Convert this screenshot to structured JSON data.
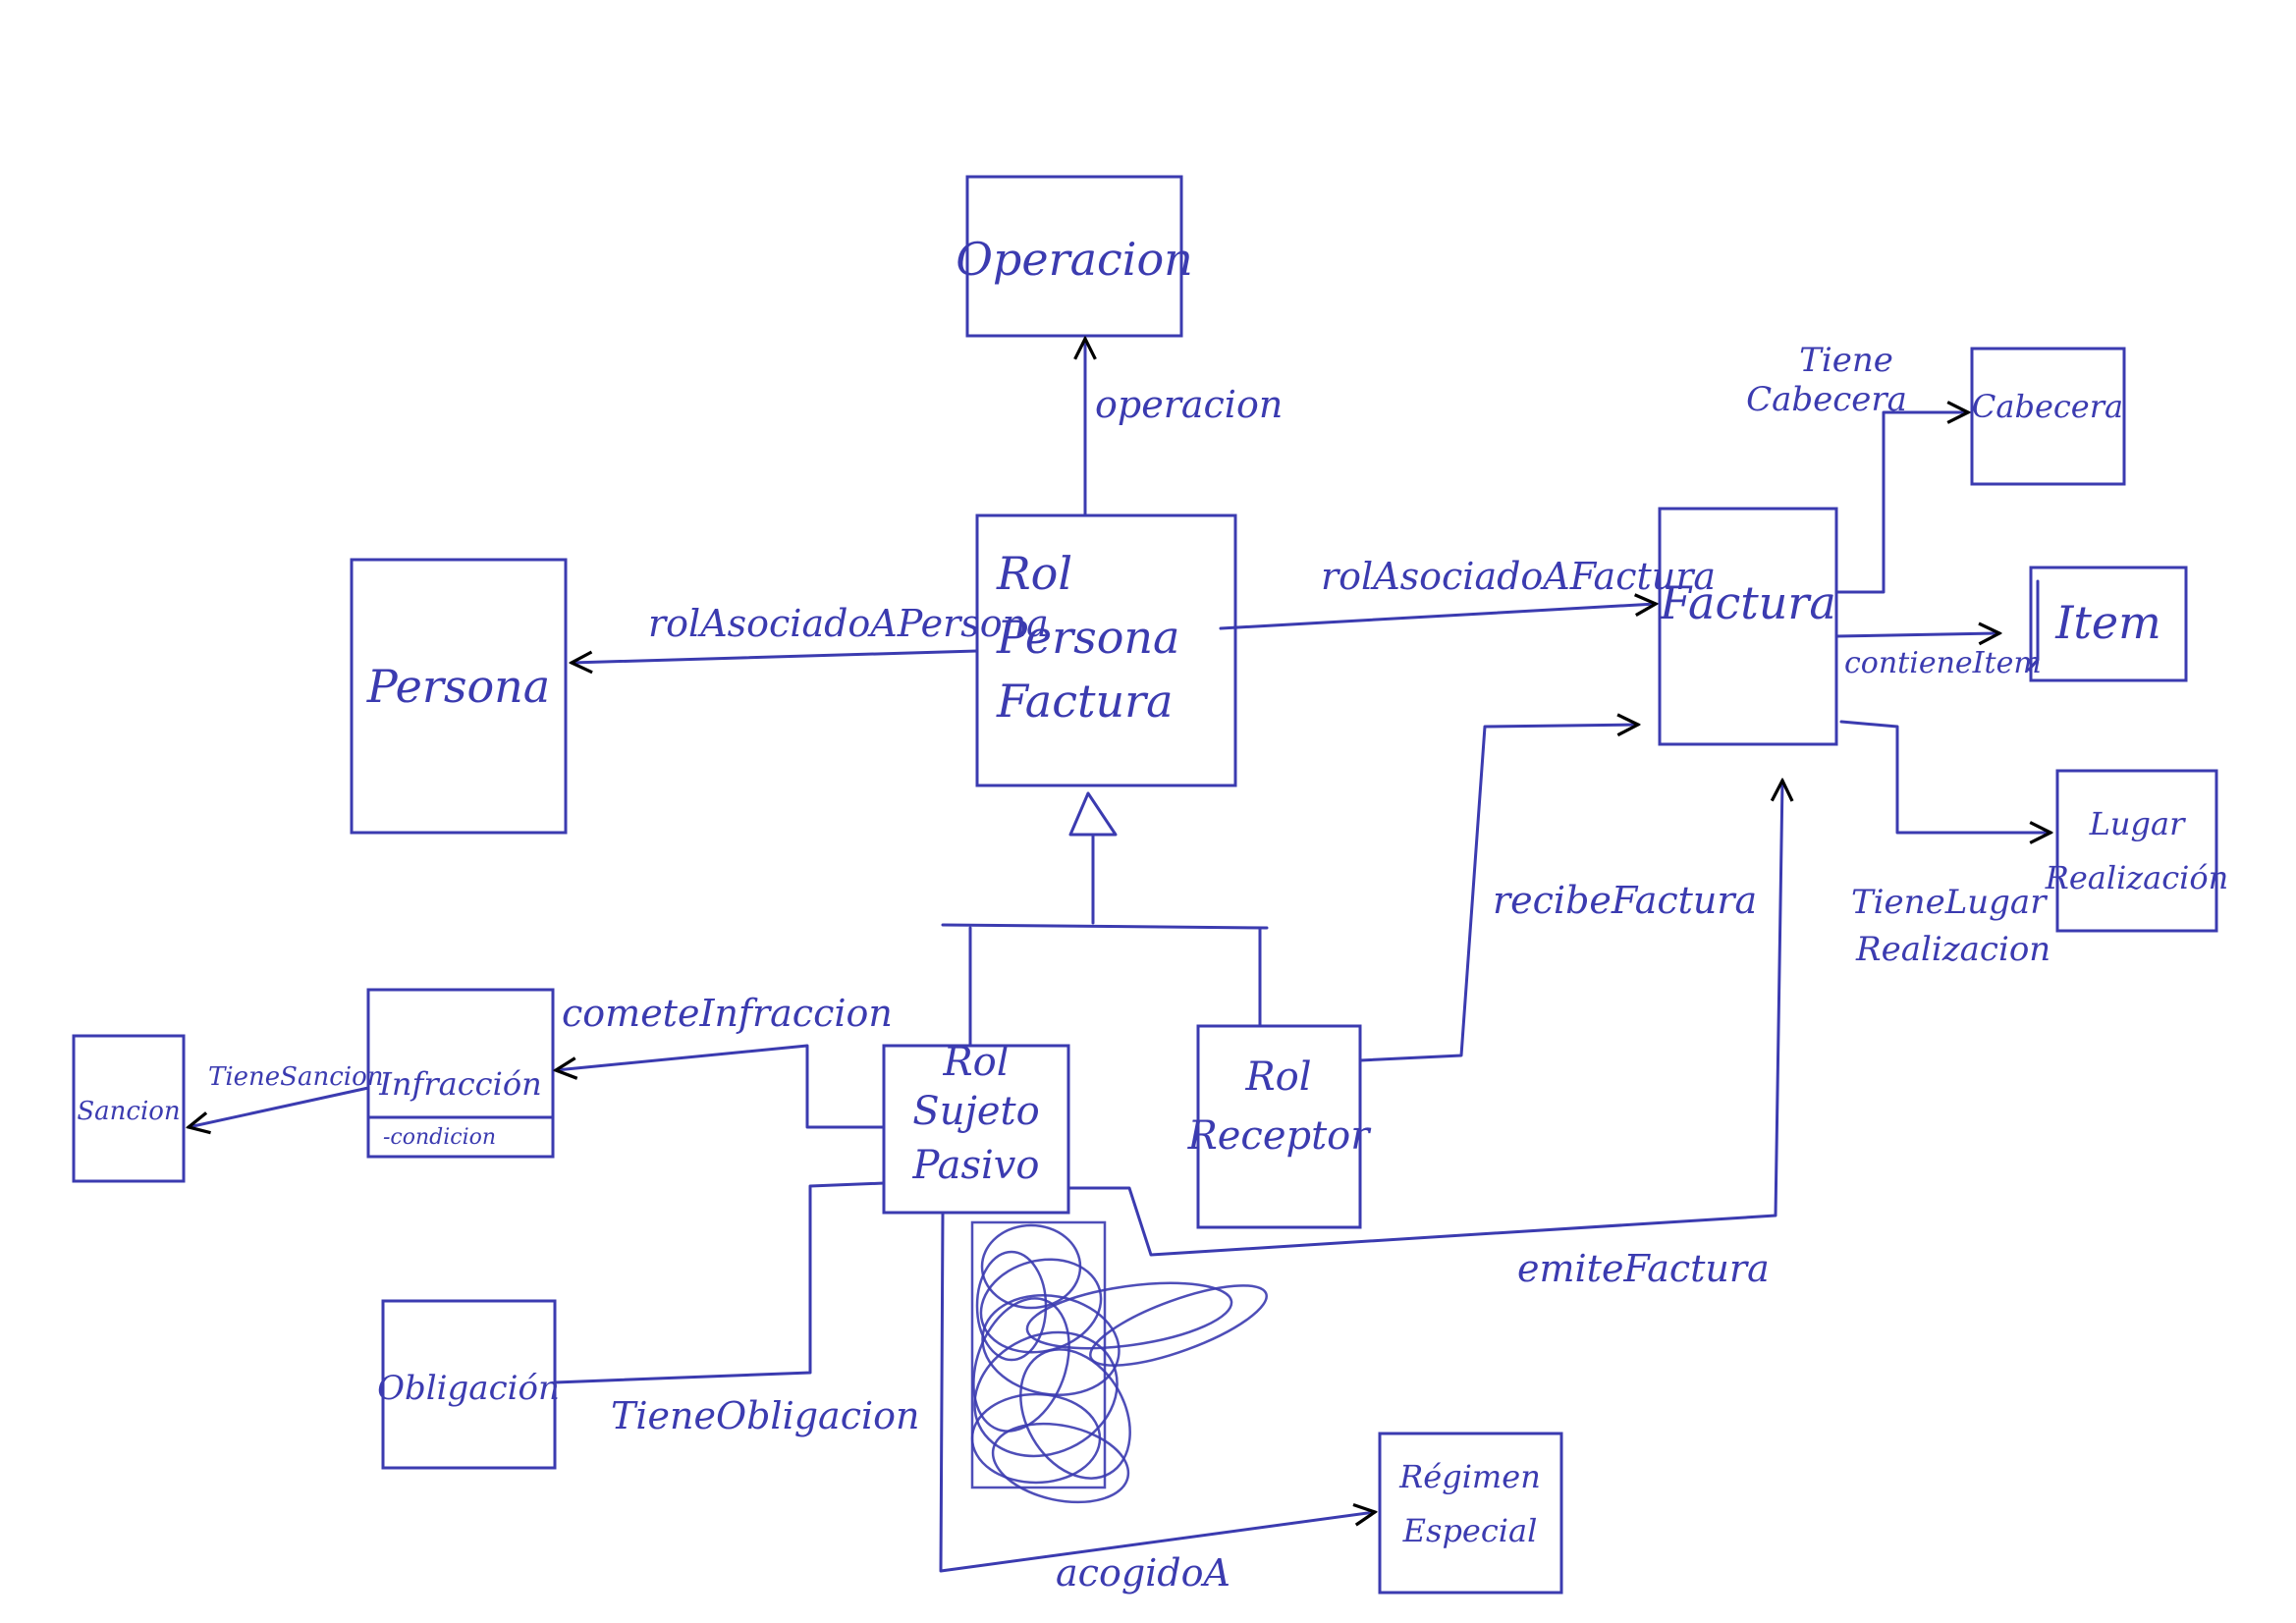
{
  "ink_color": "#3b3bb0",
  "boxes": {
    "operacion": "Operacion",
    "rol_persona_factura": [
      "Rol",
      "Persona",
      "Factura"
    ],
    "persona": "Persona",
    "factura": "Factura",
    "cabecera": "Cabecera",
    "item": "Item",
    "lugar_realizacion": [
      "Lugar",
      "Realización"
    ],
    "sancion": "Sancion",
    "infraccion": "Infracción",
    "infraccion_attr": "-condicion",
    "rol_sujeto_pasivo": [
      "Rol",
      "Sujeto",
      "Pasivo"
    ],
    "rol_receptor": [
      "Rol",
      "Receptor"
    ],
    "obligacion": "Obligación",
    "regimen_especial": [
      "Régimen",
      "Especial"
    ]
  },
  "edges": {
    "operacion": "operacion",
    "rol_asociado_a_persona": "rolAsociadoAPersona",
    "rol_asociado_a_factura": "rolAsociadoAFactura",
    "tiene_cabecera": [
      "Tiene",
      "Cabecera"
    ],
    "contiene_item": "contieneItem",
    "tiene_lugar_realizacion": [
      "TieneLugar",
      "Realizacion"
    ],
    "recibe_factura": "recibeFactura",
    "comete_infraccion": "cometeInfraccion",
    "tiene_sancion": "TieneSancion",
    "emite_factura": "emiteFactura",
    "tiene_obligacion": "TieneObligacion",
    "acogido_a": "acogidoA"
  }
}
